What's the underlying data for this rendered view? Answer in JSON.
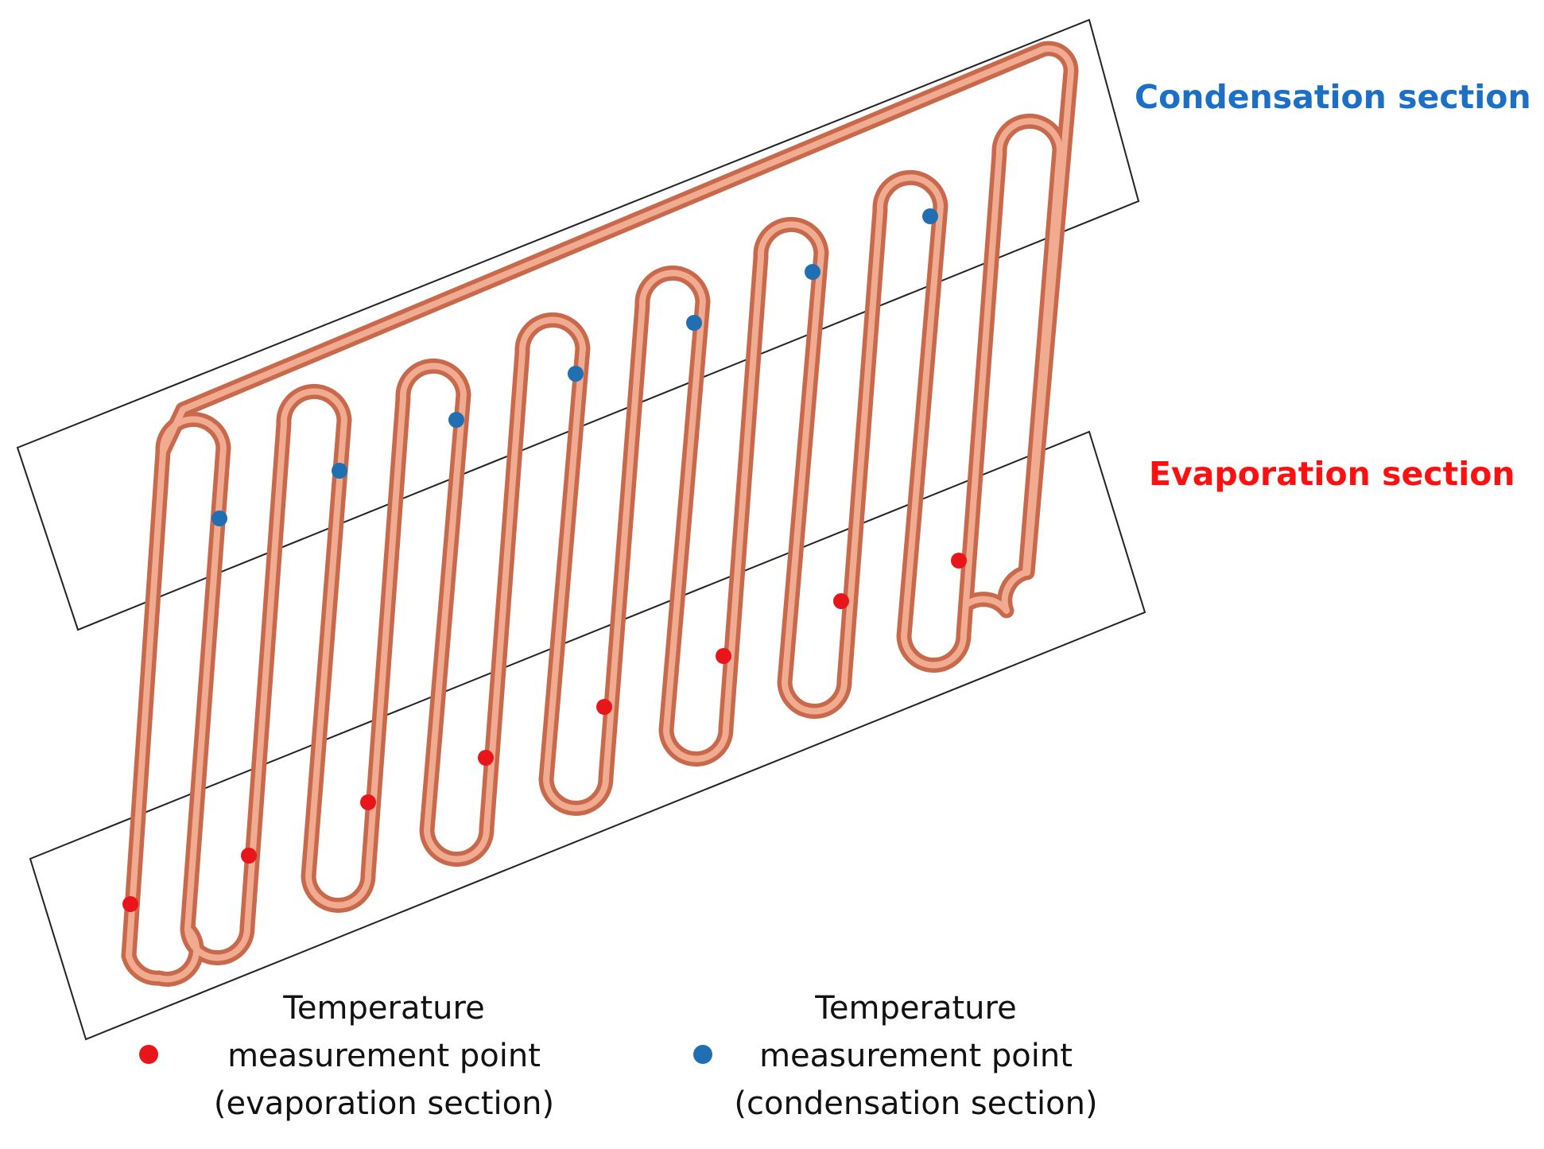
{
  "labels": {
    "condensation": "Condensation section",
    "evaporation": "Evaporation section"
  },
  "legend": [
    {
      "line1": "Temperature",
      "line2": "measurement point",
      "line3": "(evaporation section)",
      "color": "#e8161b"
    },
    {
      "line1": "Temperature",
      "line2": "measurement point",
      "line3": "(condensation section)",
      "color": "#1f6fb2"
    }
  ],
  "colors": {
    "pipe": "#e8967a",
    "pipe_core": "#f2b59c",
    "outline": "#222222",
    "condensation_label": "#1b6fc4",
    "evaporation_label": "#ff1010",
    "evaporation_point": "#e8161b",
    "condensation_point": "#1f6fb2"
  }
}
